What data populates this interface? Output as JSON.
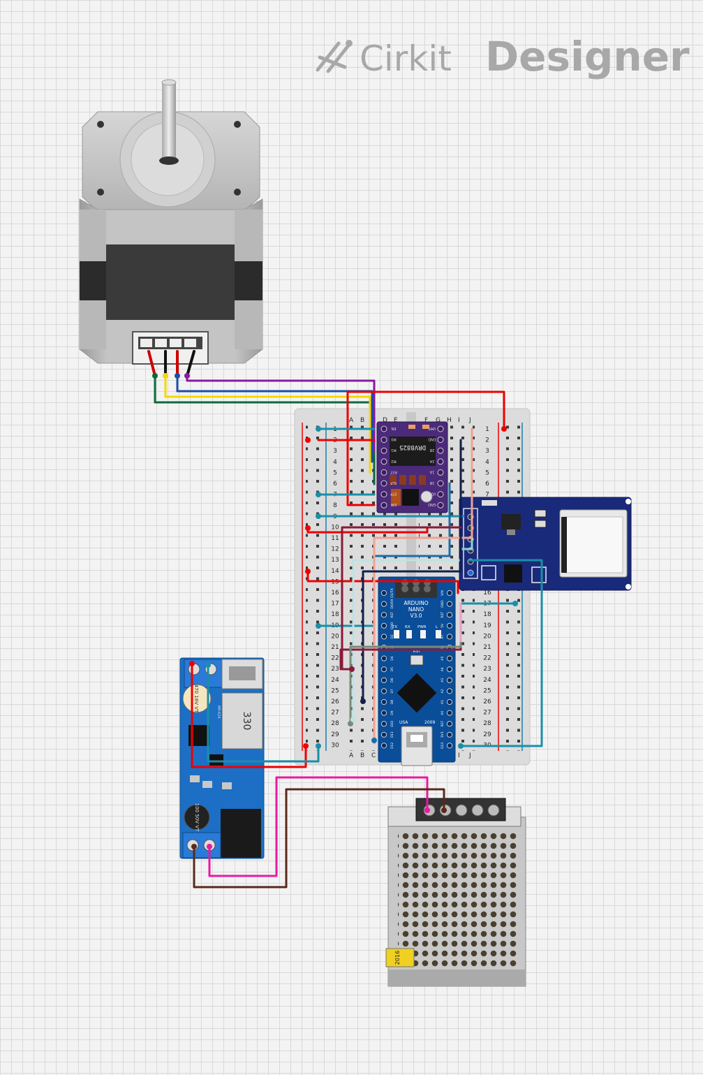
{
  "brand": {
    "name_part1": "Cirkit",
    "name_part2": "Designer"
  },
  "breadboard": {
    "columns_left": [
      "A",
      "B",
      "C",
      "D",
      "E"
    ],
    "columns_right": [
      "F",
      "G",
      "H",
      "I",
      "J"
    ],
    "rows": [
      "1",
      "2",
      "3",
      "4",
      "5",
      "6",
      "7",
      "8",
      "9",
      "10",
      "11",
      "12",
      "13",
      "14",
      "15",
      "16",
      "17",
      "18",
      "19",
      "20",
      "21",
      "22",
      "23",
      "24",
      "25",
      "26",
      "27",
      "28",
      "29",
      "30"
    ]
  },
  "drv8825": {
    "chip_label": "DRV8825",
    "left_pins": [
      "EN",
      "M0",
      "M1",
      "M2",
      "RST",
      "SLP",
      "STP",
      "DIR"
    ],
    "right_pins": [
      "VMT",
      "GND",
      "2B",
      "2A",
      "1A",
      "1B",
      "VDD",
      "GND"
    ]
  },
  "arduino": {
    "title": "ARDUINO",
    "subtitle": "NANO",
    "version": "V3.0",
    "leds": [
      "TX",
      "RX",
      "PWR",
      "L"
    ],
    "rst_label": "RST",
    "usa": "USA",
    "year": "2009",
    "left_pins": [
      "D1/TX",
      "D0/RX",
      "RST",
      "GND",
      "D2",
      "D3",
      "D4",
      "D5",
      "D6",
      "D7",
      "D8",
      "D9",
      "D10",
      "D11",
      "D12"
    ],
    "right_pins": [
      "VIN",
      "GND",
      "RST",
      "5V",
      "A7",
      "A6",
      "A5",
      "A4",
      "A3",
      "A2",
      "A1",
      "A0",
      "REF",
      "3V3",
      "D13"
    ]
  },
  "buck": {
    "cap1": "470 16V VT",
    "inductor": "330",
    "cap2": "100 50V VT",
    "part": "MP-X24"
  },
  "psu": {
    "label": "2016"
  }
}
